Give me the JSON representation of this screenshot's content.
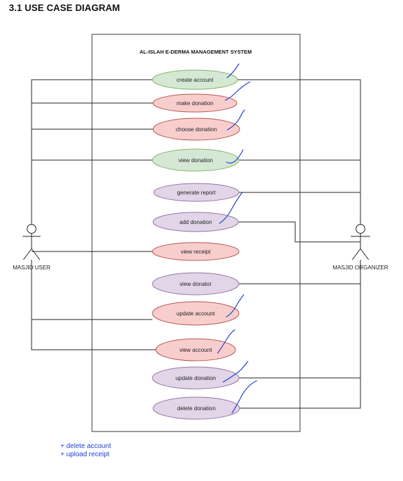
{
  "section_heading": "3.1  USE CASE DIAGRAM",
  "diagram": {
    "system_title": "AL-ISLAH E-DERMA MANAGEMENT SYSTEM",
    "actors": [
      {
        "id": "user",
        "label": "MASJID USER"
      },
      {
        "id": "organizer",
        "label": "MASJID ORGANIZER"
      }
    ],
    "use_cases": [
      {
        "label": "create account",
        "fill": "#d5e8d4",
        "stroke": "#82b366",
        "actor": "both"
      },
      {
        "label": "make donation",
        "fill": "#f8cecc",
        "stroke": "#b85450",
        "actor": "user"
      },
      {
        "label": "choose donation",
        "fill": "#f8cecc",
        "stroke": "#b85450",
        "actor": "user"
      },
      {
        "label": "view donation",
        "fill": "#d5e8d4",
        "stroke": "#82b366",
        "actor": "both"
      },
      {
        "label": "generate report",
        "fill": "#e1d5e7",
        "stroke": "#9673a6",
        "actor": "organizer"
      },
      {
        "label": "add donation",
        "fill": "#e1d5e7",
        "stroke": "#9673a6",
        "actor": "organizer"
      },
      {
        "label": "view receipt",
        "fill": "#f8cecc",
        "stroke": "#b85450",
        "actor": "user"
      },
      {
        "label": "view donator",
        "fill": "#e1d5e7",
        "stroke": "#9673a6",
        "actor": "organizer"
      },
      {
        "label": "update account",
        "fill": "#f8cecc",
        "stroke": "#b85450",
        "actor": "user"
      },
      {
        "label": "view account",
        "fill": "#f8cecc",
        "stroke": "#b85450",
        "actor": "user"
      },
      {
        "label": "update donation",
        "fill": "#e1d5e7",
        "stroke": "#9673a6",
        "actor": "organizer"
      },
      {
        "label": "delete donation",
        "fill": "#e1d5e7",
        "stroke": "#9673a6",
        "actor": "organizer"
      }
    ],
    "annotation_ink_color": "#1f3fd6"
  },
  "notes": [
    "+ delete account",
    "+ upload receipt"
  ]
}
